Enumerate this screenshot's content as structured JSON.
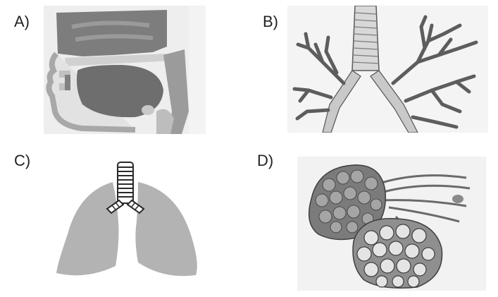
{
  "panels": [
    {
      "label": "A)",
      "icon": "head-airway-cross-section-icon"
    },
    {
      "label": "B)",
      "icon": "bronchial-tree-icon"
    },
    {
      "label": "C)",
      "icon": "lungs-trachea-icon"
    },
    {
      "label": "D)",
      "icon": "alveoli-cluster-icon"
    }
  ],
  "colors": {
    "gray_light": "#d4d4d4",
    "gray_mid": "#9a9a9a",
    "gray_dark": "#6a6a6a",
    "lung_gray": "#b3b3b3",
    "line": "#3a3a3a"
  }
}
